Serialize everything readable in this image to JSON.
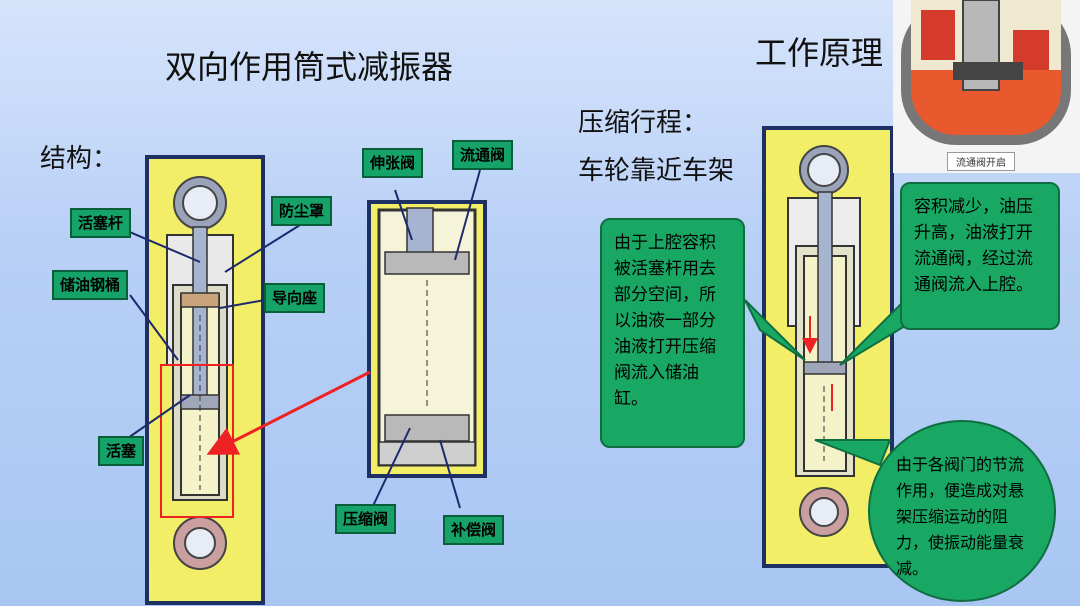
{
  "heading_main": "双向作用筒式减振器",
  "heading_right": "工作原理",
  "structure_label": "结构：",
  "stroke_title": "压缩行程：",
  "stroke_subtitle": "车轮靠近车架",
  "parts": {
    "piston_rod": "活塞杆",
    "dust_cover": "防尘罩",
    "oil_tank": "储油钢桶",
    "guide_seat": "导向座",
    "piston": "活塞",
    "extension_valve": "伸张阀",
    "flow_valve": "流通阀",
    "compression_valve": "压缩阀",
    "compensation_valve": "补偿阀"
  },
  "bubbles": {
    "left": "由于上腔容积被活塞杆用去部分空间，所以油液一部分油液打开压缩阀流入储油缸。",
    "right_top": "容积减少，油压升高，油液打开流通阀，经过流通阀流入上腔。",
    "right_bottom": "由于各阀门的节流作用，便造成对悬架压缩运动的阻力，使振动能量衰减。"
  },
  "inset_caption": "流通阀开启",
  "colors": {
    "panel": "#f2ee68",
    "tag_green": "#16a36a",
    "leader_blue": "#1e2a6e",
    "highlight_red": "#e22"
  }
}
